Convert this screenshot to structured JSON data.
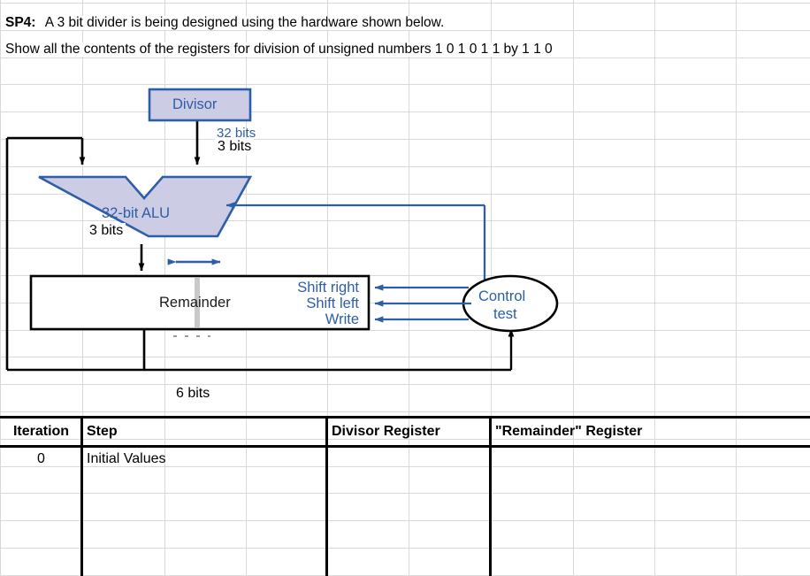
{
  "prompt": {
    "tag": "SP4:",
    "line1": "A 3 bit divider is being designed using the hardware shown below.",
    "line2": "Show all the contents of the registers for division of unsigned numbers  1 0 1 0 1 1  by  1 1 0"
  },
  "diagram": {
    "divisor_label": "Divisor",
    "alu_label": "32-bit ALU",
    "remainder_label": "Remainder",
    "control_line1": "Control",
    "control_line2": "test",
    "bits_top": "3 bits",
    "bits_hidden_top": "32 bits",
    "bits_alu_out": "3 bits",
    "bits_bottom": "6 bits",
    "signals": [
      "Shift right",
      "Shift left",
      "Write"
    ],
    "colors": {
      "fill": "#ccccE4",
      "stroke": "#2e5ea8",
      "wire_black": "#000000",
      "wire_blue": "#2e5ea8",
      "gridline": "#d9d9d9"
    }
  },
  "table": {
    "headers": [
      "Iteration",
      "Step",
      "",
      "",
      "Divisor Register",
      "\"Remainder\" Register",
      ""
    ],
    "rows": [
      {
        "iteration": "0",
        "step": "Initial Values",
        "c3": "",
        "c4": "",
        "divisor": "",
        "remainder": "",
        "c7": ""
      },
      {
        "iteration": "",
        "step": "",
        "c3": "",
        "c4": "",
        "divisor": "",
        "remainder": "",
        "c7": ""
      },
      {
        "iteration": "",
        "step": "",
        "c3": "",
        "c4": "",
        "divisor": "",
        "remainder": "",
        "c7": ""
      },
      {
        "iteration": "",
        "step": "",
        "c3": "",
        "c4": "",
        "divisor": "",
        "remainder": "",
        "c7": ""
      },
      {
        "iteration": "",
        "step": "",
        "c3": "",
        "c4": "",
        "divisor": "",
        "remainder": "",
        "c7": ""
      }
    ]
  }
}
